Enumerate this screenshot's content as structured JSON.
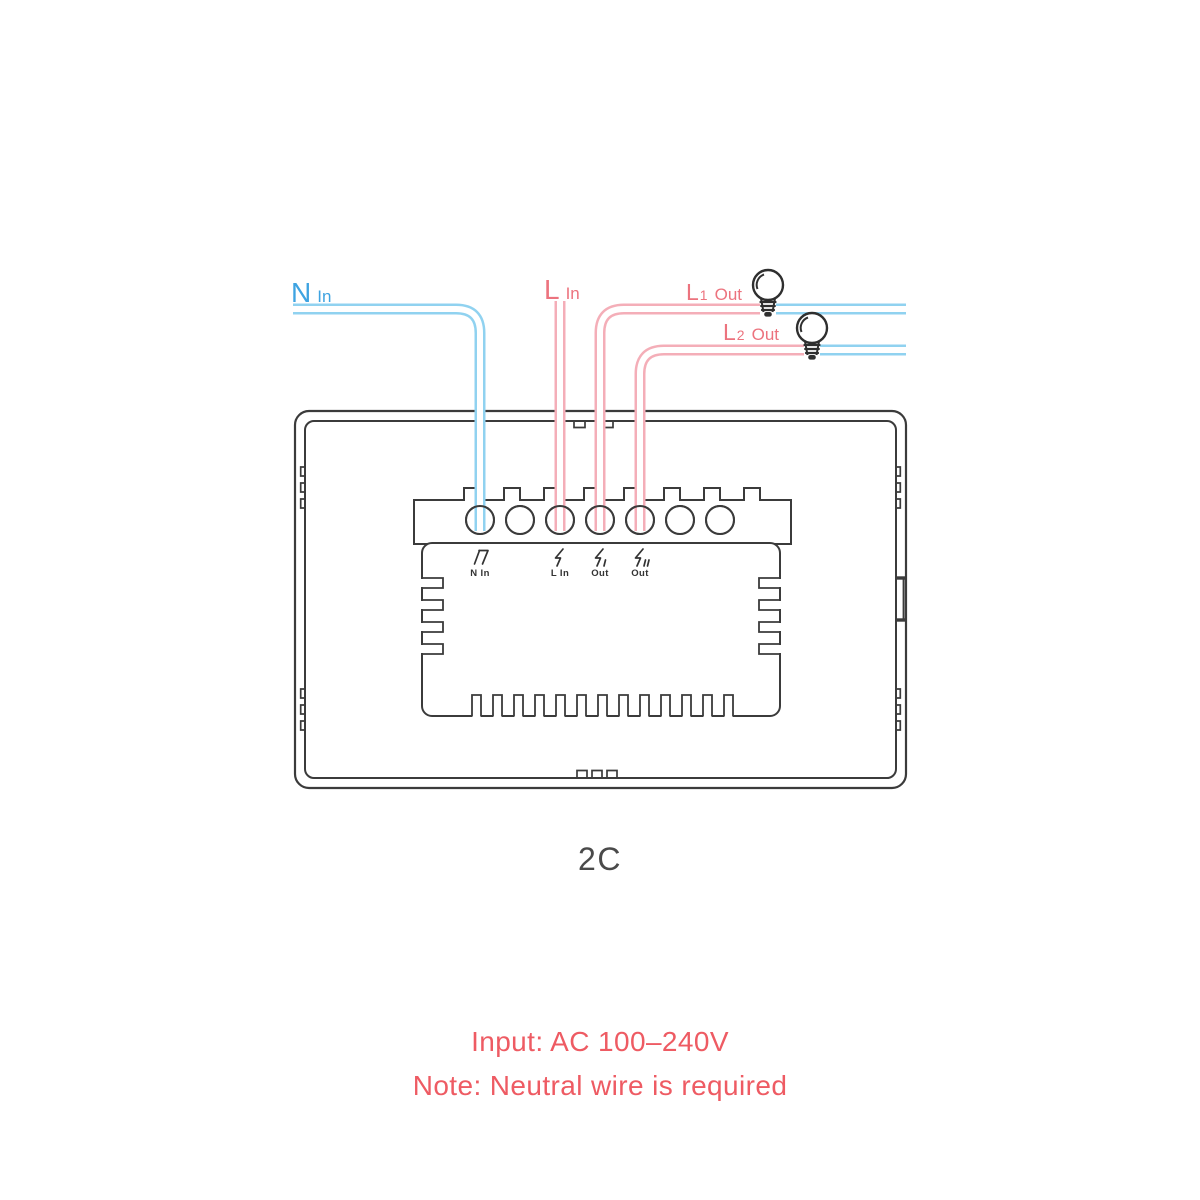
{
  "colors": {
    "wire_blue": "#90d2f0",
    "wire_pink": "#f4aeb8",
    "label_blue": "#3ea3e1",
    "label_pink": "#ec737e",
    "note_red": "#ee5b63",
    "outline_dark": "#3b3b3b"
  },
  "labels": {
    "neutral_in": {
      "main": "N",
      "sub": "In"
    },
    "live_in": {
      "main": "L",
      "sub": "In"
    },
    "l1_out": {
      "main": "L",
      "num": "1",
      "sub": "Out"
    },
    "l2_out": {
      "main": "L",
      "num": "2",
      "sub": "Out"
    }
  },
  "terminals": {
    "labels": [
      "N In",
      "L In",
      "Out",
      "Out"
    ],
    "icons": [
      "neutral-line-icon",
      "lightning-icon",
      "lightning-load1-icon",
      "lightning-load2-icon"
    ]
  },
  "footer": {
    "model": "2C",
    "input": "Input: AC 100–240V",
    "note": "Note: Neutral wire is required"
  }
}
